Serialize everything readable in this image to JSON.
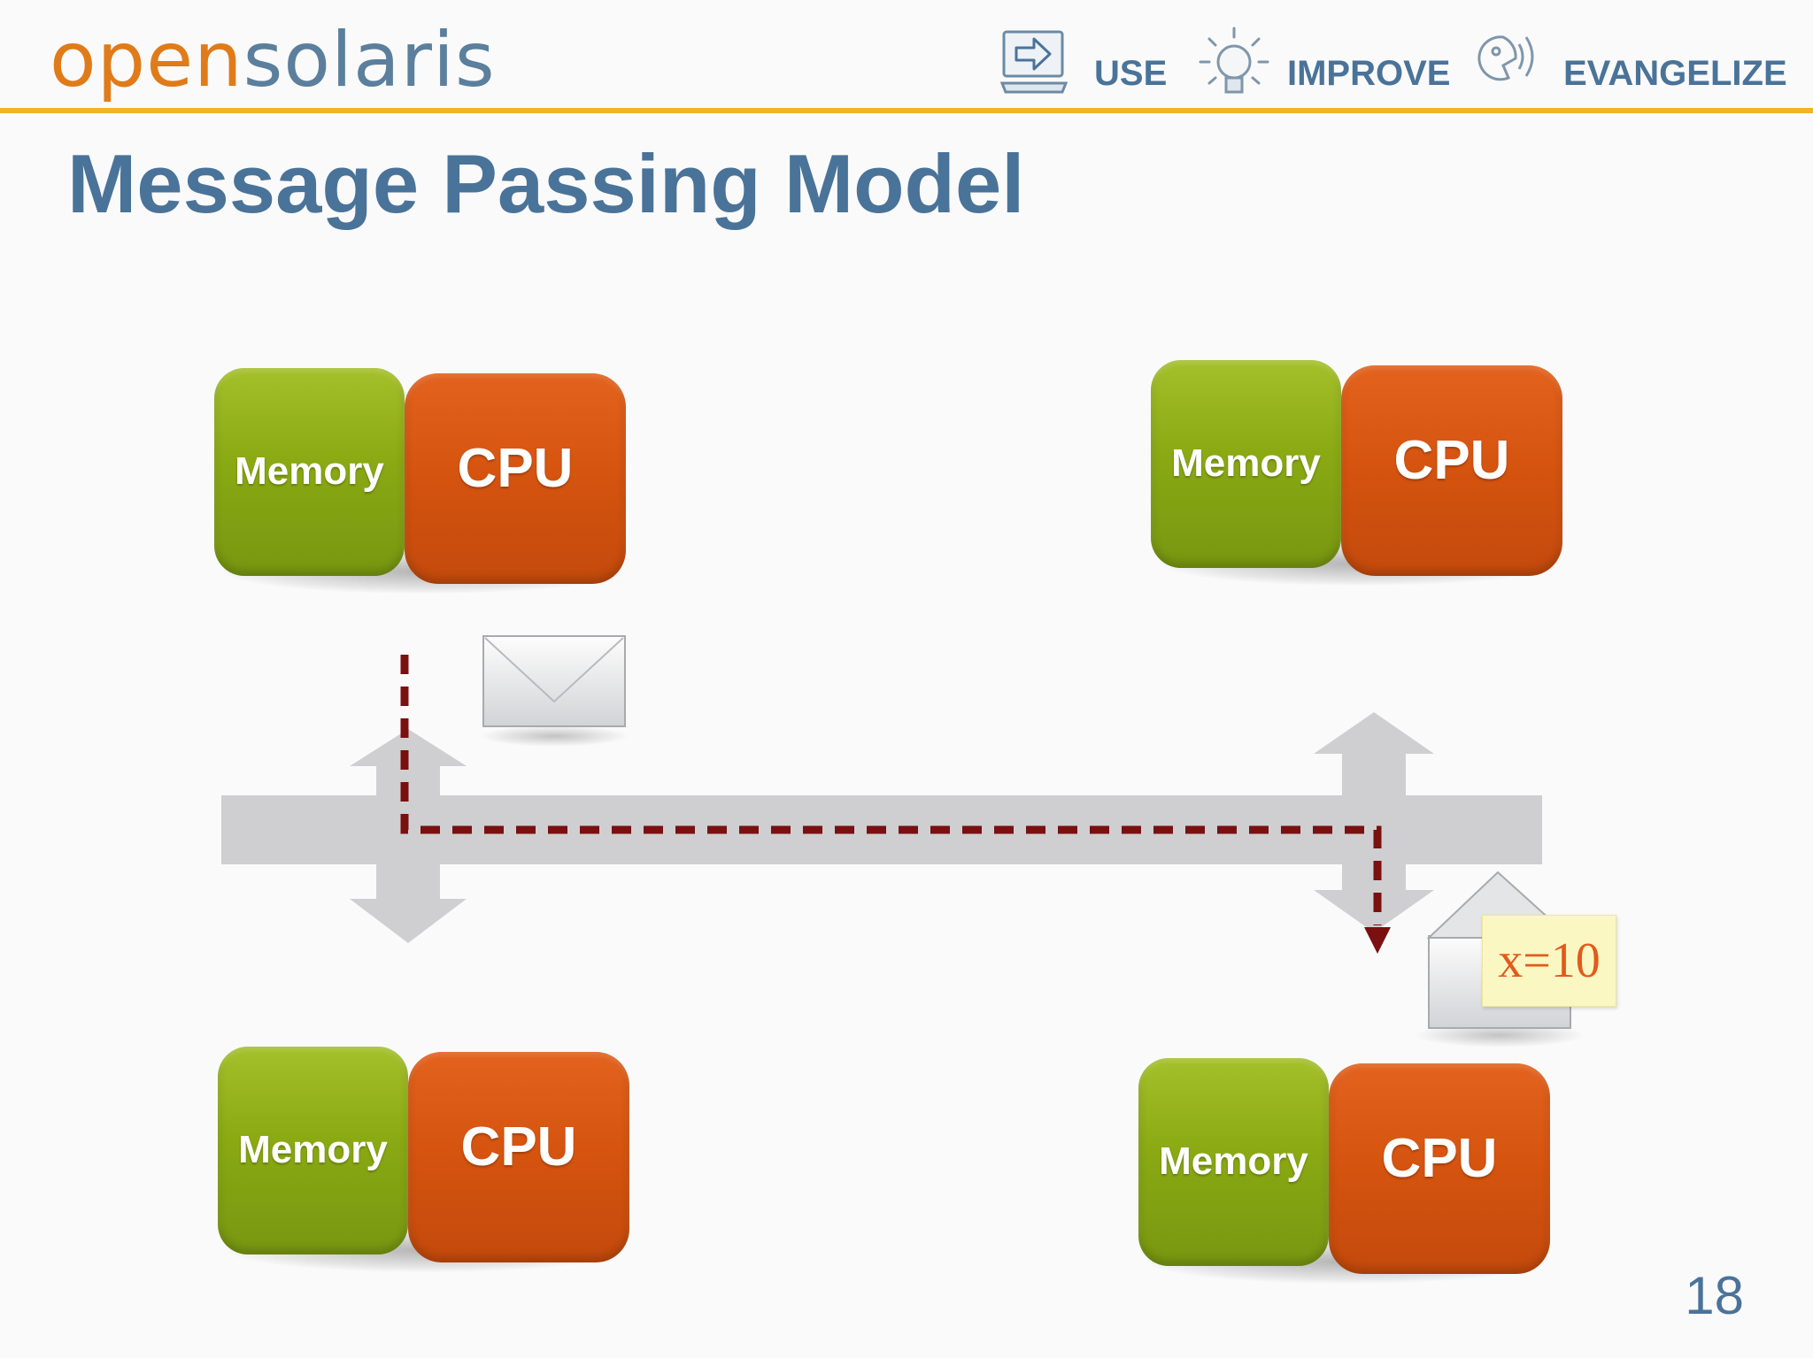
{
  "header": {
    "logo_open": "open",
    "logo_solaris": "solaris",
    "nav": [
      {
        "label": "USE",
        "icon": "monitor-arrow-icon"
      },
      {
        "label": "IMPROVE",
        "icon": "lightbulb-icon"
      },
      {
        "label": "EVANGELIZE",
        "icon": "speaking-head-icon"
      }
    ],
    "accent_color": "#f0b428"
  },
  "slide": {
    "title": "Message Passing Model",
    "page_number": "18"
  },
  "diagram": {
    "nodes": [
      {
        "memory": "Memory",
        "cpu": "CPU"
      },
      {
        "memory": "Memory",
        "cpu": "CPU"
      },
      {
        "memory": "Memory",
        "cpu": "CPU"
      },
      {
        "memory": "Memory",
        "cpu": "CPU"
      }
    ],
    "message_value": "x=10",
    "colors": {
      "memory": "#8aa913",
      "cpu": "#d4530f",
      "bus": "#cfcfd1",
      "message_path": "#7a1010"
    }
  }
}
